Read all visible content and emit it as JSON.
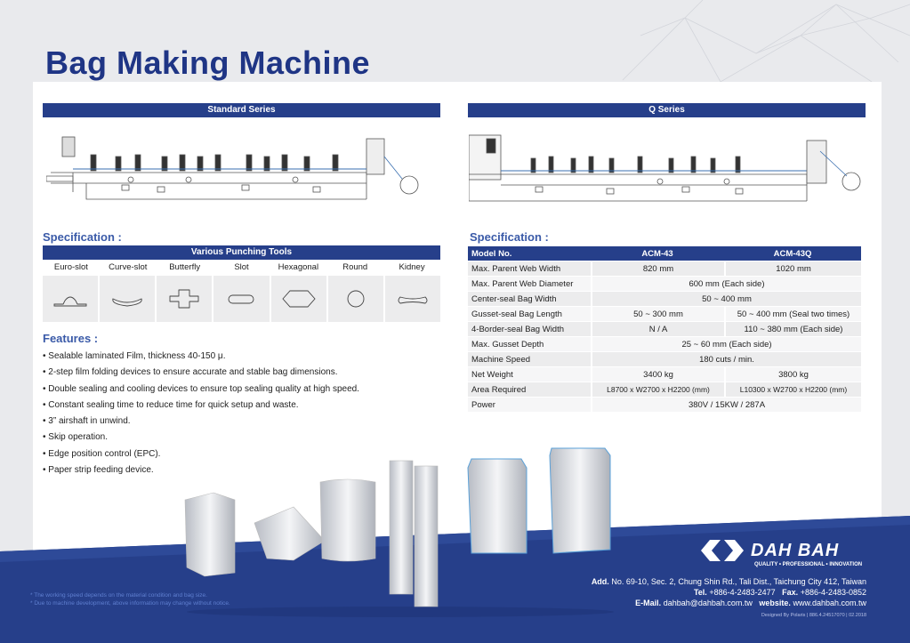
{
  "title": "Bag Making Machine",
  "standard_series": "Standard Series",
  "q_series": "Q Series",
  "spec_heading": "Specification :",
  "tools": {
    "header": "Various Punching Tools",
    "names": [
      "Euro-slot",
      "Curve-slot",
      "Butterfly",
      "Slot",
      "Hexagonal",
      "Round",
      "Kidney"
    ]
  },
  "features": {
    "heading": "Features :",
    "items": [
      "Sealable laminated Film, thickness 40-150 μ.",
      "2-step film folding devices to ensure accurate and stable bag dimensions.",
      "Double sealing and cooling devices to ensure top sealing quality at high speed.",
      "Constant sealing time to reduce time for quick setup and waste.",
      "3” airshaft in unwind.",
      "Skip operation.",
      "Edge position control (EPC).",
      "Paper strip feeding device."
    ]
  },
  "spec_table": {
    "headers": [
      "Model No.",
      "ACM-43",
      "ACM-43Q"
    ],
    "rows": [
      [
        "Max. Parent Web Width",
        "820 mm",
        "1020 mm"
      ],
      [
        "Max. Parent Web Diameter",
        "600 mm (Each side)"
      ],
      [
        "Center-seal Bag Width",
        "50 ~ 400 mm"
      ],
      [
        "Gusset-seal Bag Length",
        "50 ~ 300 mm",
        "50 ~ 400 mm (Seal two times)"
      ],
      [
        "4-Border-seal Bag Width",
        "N / A",
        "110 ~ 380 mm  (Each side)"
      ],
      [
        "Max. Gusset Depth",
        "25 ~ 60 mm (Each side)"
      ],
      [
        "Machine Speed",
        "180 cuts / min."
      ],
      [
        "Net Weight",
        "3400 kg",
        "3800 kg"
      ],
      [
        "Area Required",
        "L8700 x W2700 x H2200 (mm)",
        "L10300 x W2700 x H2200 (mm)"
      ],
      [
        "Power",
        "380V / 15KW / 287A"
      ]
    ]
  },
  "notes": [
    "* The working speed depends on the material condition and bag size.",
    "* Due to machine development, above information may change without notice."
  ],
  "company": {
    "name": "DAH BAH",
    "tagline": "QUALITY • PROFESSIONAL • INNOVATION",
    "add_label": "Add.",
    "address": "No. 69-10, Sec. 2, Chung Shin Rd., Tali Dist., Taichung City 412, Taiwan",
    "tel_label": "Tel.",
    "tel": "+886-4-2483-2477",
    "fax_label": "Fax.",
    "fax": "+886-4-2483-0852",
    "email_label": "E-Mail.",
    "email": "dahbah@dahbah.com.tw",
    "web_label": "website.",
    "website": "www.dahbah.com.tw",
    "credit": "Designed By Polaris | 886.4.24517070 | 02.2018"
  },
  "colors": {
    "navy": "#263f8a",
    "title": "#1f3585",
    "accent": "#3a5aa8"
  }
}
